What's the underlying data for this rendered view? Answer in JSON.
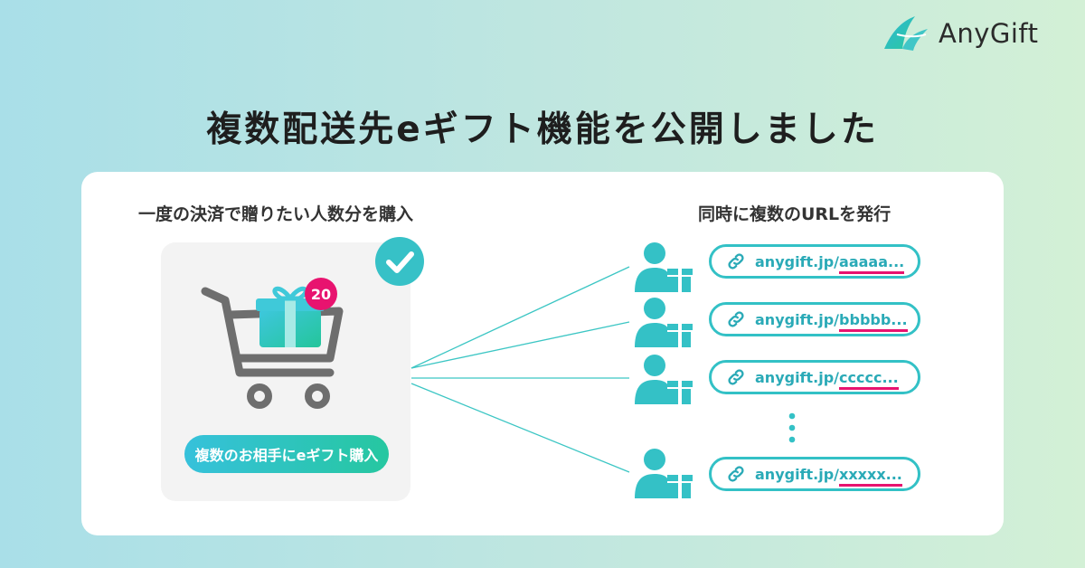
{
  "brand": {
    "name": "AnyGift",
    "logo_icon": "ribbon-logo-icon"
  },
  "headline": "複数配送先eギフト機能を公開しました",
  "left_section": {
    "title": "一度の決済で贈りたい人数分を購入",
    "cart_icon": "shopping-cart-icon",
    "gift_icon": "gift-box-icon",
    "check_icon": "check-circle-icon",
    "item_count": "20",
    "button_label": "複数のお相手にeギフト購入"
  },
  "right_section": {
    "title": "同時に複数のURLを発行",
    "urls": [
      {
        "prefix": "anygift.jp/",
        "slug": "aaaaa..."
      },
      {
        "prefix": "anygift.jp/",
        "slug": "bbbbb..."
      },
      {
        "prefix": "anygift.jp/",
        "slug": "ccccc..."
      },
      {
        "prefix": "anygift.jp/",
        "slug": "xxxxx..."
      }
    ],
    "recipient_icon": "user-gift-icon",
    "link_icon": "link-icon",
    "more_icon": "vertical-ellipsis-icon"
  },
  "colors": {
    "accent_teal": "#33c1c6",
    "accent_pink": "#e8136f",
    "cart_gray": "#6e6e6e",
    "text_dark": "#1e1e1e"
  }
}
